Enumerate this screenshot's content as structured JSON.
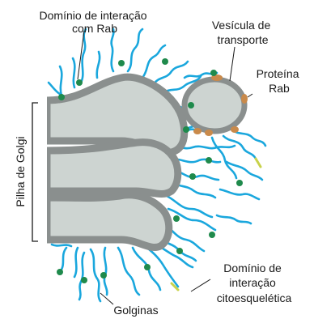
{
  "labels": {
    "rab_domain": [
      "Domínio de interação",
      "com Rab"
    ],
    "transport_vesicle": [
      "Vesícula de",
      "transporte"
    ],
    "rab_protein": [
      "Proteína",
      "Rab"
    ],
    "golgi_stack": "Pilha de Golgi",
    "cytoskeletal_domain": [
      "Domínio de",
      "interação",
      "citoesquelética"
    ],
    "golgins": "Golginas"
  },
  "colors": {
    "cisterna_fill": "#cdd4d1",
    "cisterna_edge": "#8a8f8e",
    "golgin_fiber": "#1aa7dd",
    "rab_binding_dot": "#1f8a4c",
    "rab_protein": "#c98a4b",
    "cytoskeletal_tip": "#c8d24a"
  }
}
